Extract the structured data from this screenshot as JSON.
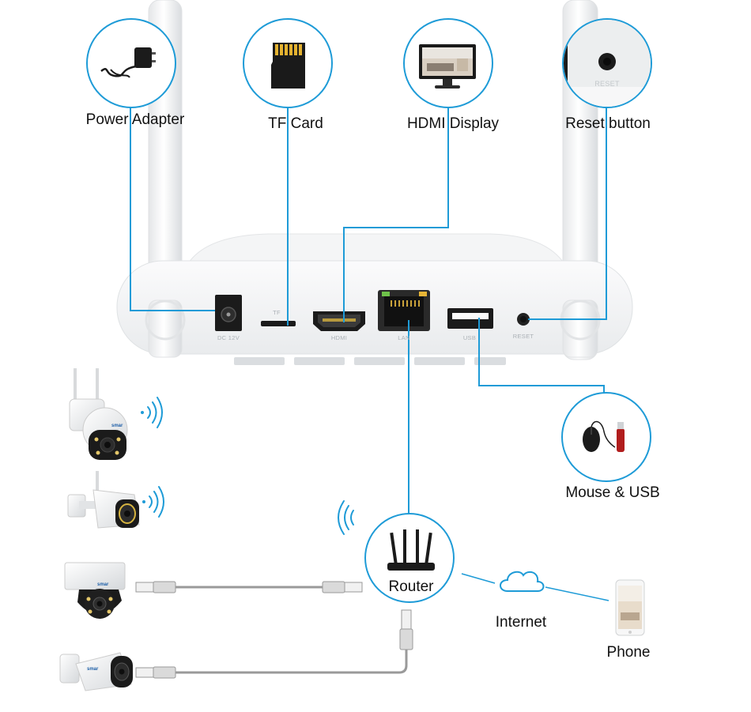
{
  "callouts": {
    "power_adapter": "Power Adapter",
    "tf_card": "TF Card",
    "hdmi_display": "HDMI Display",
    "reset_button": "Reset button",
    "mouse_usb": "Mouse & USB",
    "router": "Router",
    "internet": "Internet",
    "phone": "Phone"
  },
  "port_labels": {
    "dc": "DC 12V",
    "tf": "TF",
    "hdmi": "HDMI",
    "lan": "LAN",
    "usb": "USB",
    "reset": "RESET"
  },
  "reset_zoom_text": "RESET",
  "camera_brand": "smar",
  "colors": {
    "accent_line": "#1e9bd7",
    "device_body": "#f3f4f5",
    "cable_gray": "#9a9a9a"
  },
  "icons": [
    "power-adapter-icon",
    "tf-card-icon",
    "monitor-icon",
    "reset-hole-icon",
    "mouse-icon",
    "usb-drive-icon",
    "router-icon",
    "cloud-icon",
    "phone-icon",
    "wifi-signal-icon"
  ]
}
